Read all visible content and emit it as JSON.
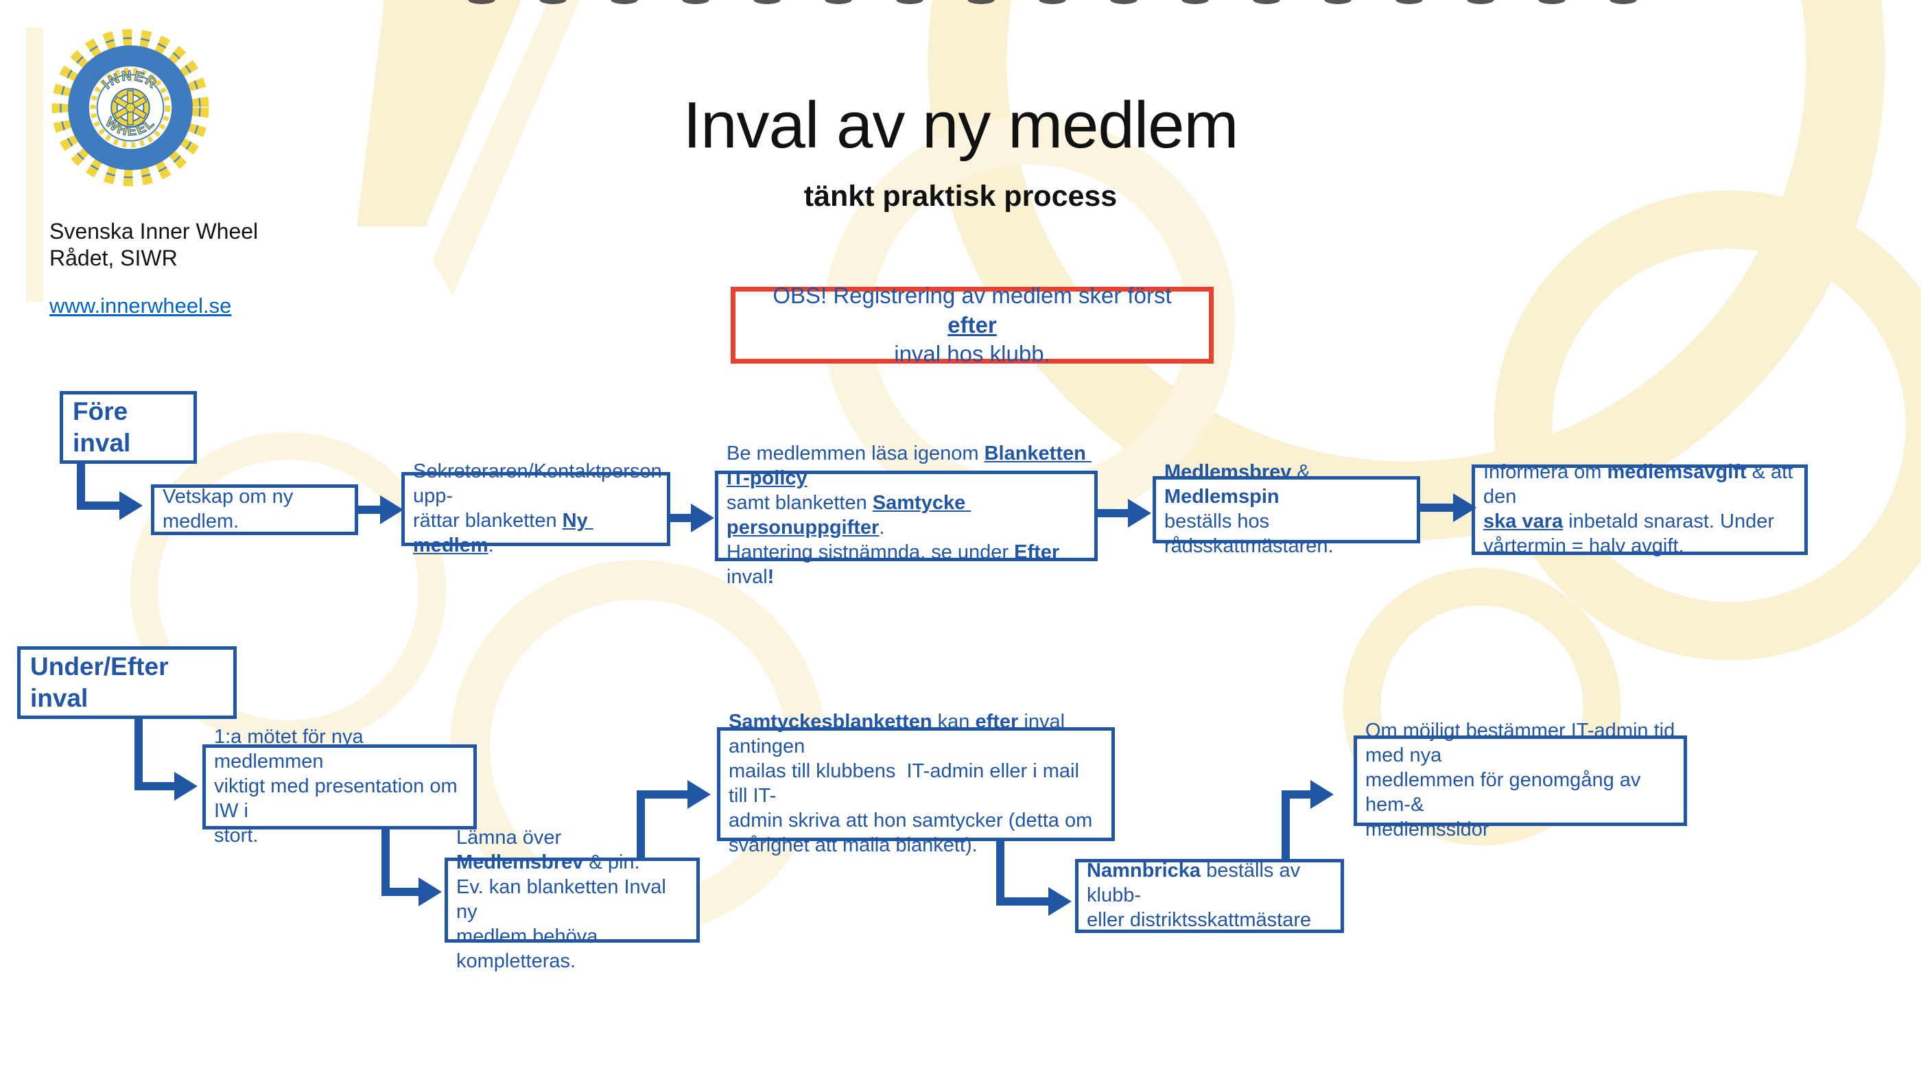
{
  "colors": {
    "blue": "#2156A5",
    "red": "#E8412F",
    "link": "#0563C1",
    "artifact": "#3F3F3F",
    "flourish": "#FAF1D2",
    "flourish2": "#FBF5E0"
  },
  "branding": {
    "org_line1": "Svenska Inner Wheel",
    "org_line2": "Rådet, SIWR",
    "website": "www.innerwheel.se",
    "logo_top": "INNER",
    "logo_bottom": "WHEEL"
  },
  "title": {
    "main": "Inval av ny medlem",
    "subtitle": "tänkt praktisk process"
  },
  "notice": {
    "segments": [
      {
        "t": "OBS! Registrering av medlem sker först "
      },
      {
        "t": "efter",
        "b": 1,
        "u": 1
      },
      {
        "t": "\ninval hos klubb."
      }
    ]
  },
  "sections": {
    "before_label": "Före inval",
    "after_label": "Under/Efter inval"
  },
  "flow_before": {
    "vetskap": {
      "segments": [
        {
          "t": "Vetskap om ny medlem."
        }
      ]
    },
    "sekreteraren": {
      "segments": [
        {
          "t": "Sekreteraren/Kontaktperson upp-\nrättar blanketten "
        },
        {
          "t": "Ny medlem",
          "b": 1,
          "u": 1
        },
        {
          "t": "."
        }
      ]
    },
    "be_medlemmen": {
      "segments": [
        {
          "t": "Be medlemmen läsa igenom "
        },
        {
          "t": "Blanketten IT-policy",
          "b": 1,
          "u": 1
        },
        {
          "t": "\nsamt blanketten "
        },
        {
          "t": "Samtycke personuppgifter",
          "b": 1,
          "u": 1
        },
        {
          "t": ".\nHantering sistnämnda, se under "
        },
        {
          "t": "Efter",
          "b": 1
        },
        {
          "t": " inval"
        },
        {
          "t": "!",
          "b": 1
        }
      ]
    },
    "medlemsbrev": {
      "segments": [
        {
          "t": "Medlemsbrev",
          "b": 1
        },
        {
          "t": " & "
        },
        {
          "t": "Medlemspin",
          "b": 1
        },
        {
          "t": "\nbeställs hos rådsskattmästaren."
        }
      ]
    },
    "informera": {
      "segments": [
        {
          "t": "Informera om "
        },
        {
          "t": "medlemsavgift",
          "b": 1
        },
        {
          "t": " & att den\n"
        },
        {
          "t": "ska vara",
          "b": 1,
          "u": 1
        },
        {
          "t": " inbetald snarast. Under\nvårtermin = halv avgift."
        }
      ]
    }
  },
  "flow_after": {
    "moetet": {
      "segments": [
        {
          "t": "1:a mötet för nya medlemmen\nviktigt med presentation om IW i\nstort."
        }
      ]
    },
    "laemna": {
      "segments": [
        {
          "t": "Lämna över "
        },
        {
          "t": "Medlemsbrev",
          "b": 1
        },
        {
          "t": " & pin.\nEv. kan blanketten Inval ny\nmedlem behöva kompletteras."
        }
      ]
    },
    "samtycke": {
      "segments": [
        {
          "t": "Samtyckesblanketten",
          "b": 1
        },
        {
          "t": " kan "
        },
        {
          "t": "efter",
          "b": 1
        },
        {
          "t": " inval antingen\nmailas till klubbens  IT-admin eller i mail till IT-\nadmin skriva att hon samtycker (detta om\nsvårighet att maila blankett)."
        }
      ]
    },
    "namnbricka": {
      "segments": [
        {
          "t": "Namnbricka",
          "b": 1
        },
        {
          "t": " beställs av klubb-\neller distriktsskattmästare"
        }
      ]
    },
    "om_moejligt": {
      "segments": [
        {
          "t": "Om möjligt bestämmer IT-admin tid med nya\nmedlemmen för genomgång av hem-&\nmedlemssidor"
        }
      ]
    }
  }
}
